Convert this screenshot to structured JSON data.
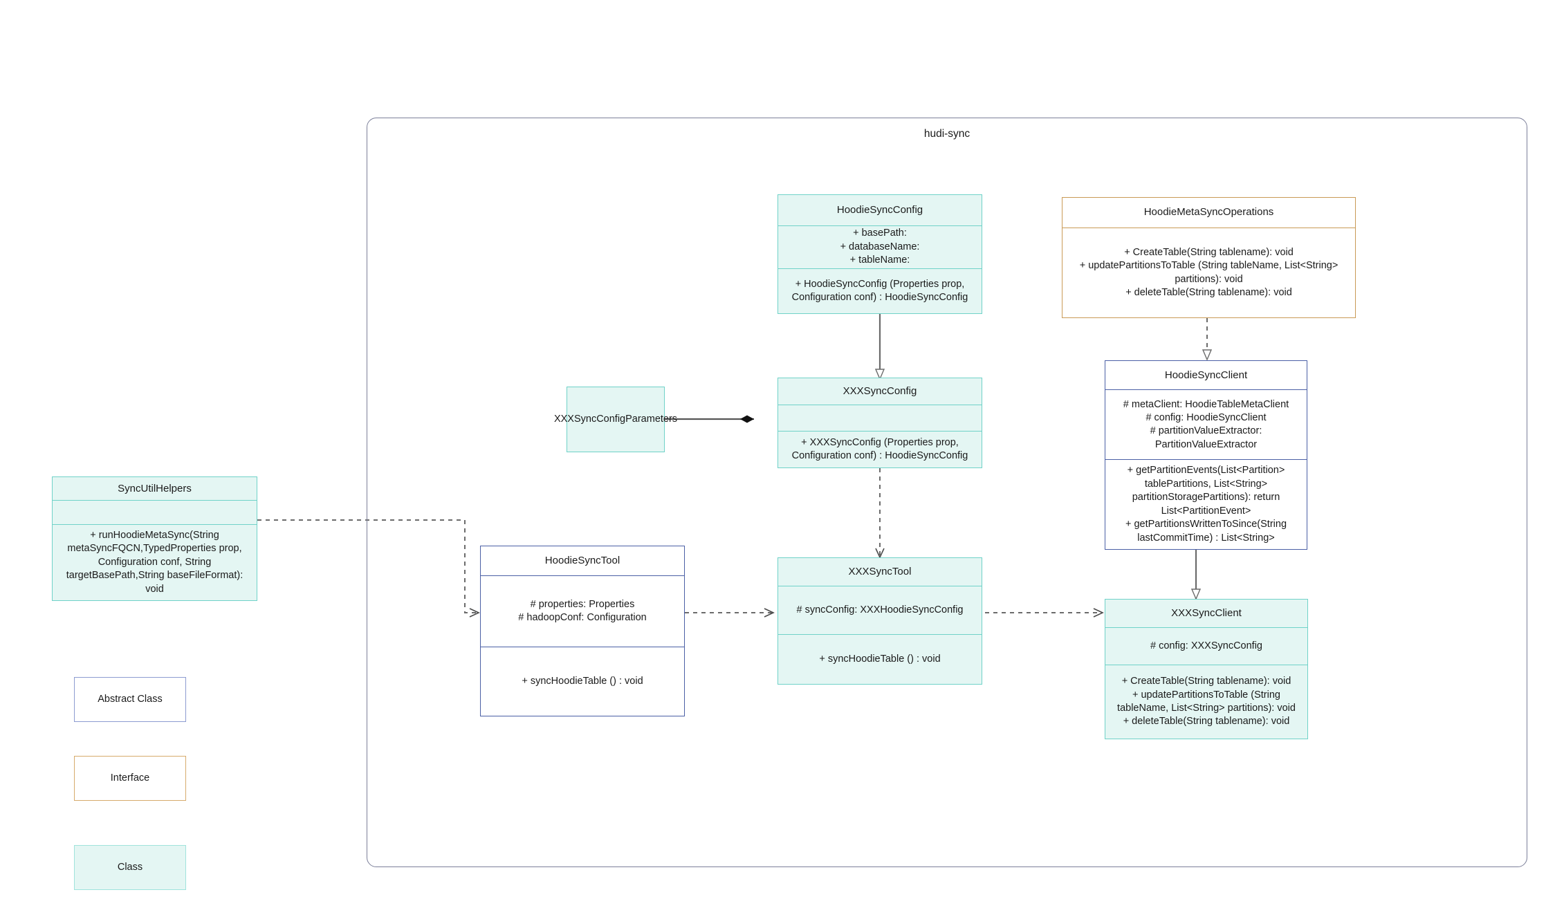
{
  "package": {
    "title": "hudi-sync"
  },
  "legend": {
    "abstract_label": "Abstract Class",
    "interface_label": "Interface",
    "class_label": "Class"
  },
  "colors": {
    "class_border": "#6fd2c8",
    "class_fill": "#e4f6f3",
    "abstract_border": "#4a5fa5",
    "interface_border": "#c99a55",
    "package_border": "#7b7f99",
    "connector": "#6b6b6b"
  },
  "classes": {
    "hoodie_sync_config": {
      "name": "HoodieSyncConfig",
      "attributes": "+    basePath:\n+   databaseName:\n+    tableName:",
      "methods": "+   HoodieSyncConfig (Properties prop, Configuration conf) : HoodieSyncConfig",
      "stereotype": "class"
    },
    "hoodie_meta_sync_operations": {
      "name": "HoodieMetaSyncOperations",
      "methods": "+    CreateTable(String tablename): void\n+   updatePartitionsToTable (String tableName, List<String> partitions): void\n+    deleteTable(String tablename): void",
      "stereotype": "interface"
    },
    "hoodie_sync_client": {
      "name": "HoodieSyncClient",
      "attributes": "#   metaClient: HoodieTableMetaClient\n#   config: HoodieSyncClient\n#    partitionValueExtractor: PartitionValueExtractor",
      "methods": "+   getPartitionEvents(List<Partition> tablePartitions, List<String> partitionStoragePartitions): return List<PartitionEvent>\n+   getPartitionsWrittenToSince(String lastCommitTime) : List<String>",
      "stereotype": "abstract"
    },
    "xxx_sync_config": {
      "name": "XXXSyncConfig",
      "attributes": "",
      "methods": "+   XXXSyncConfig (Properties prop, Configuration conf) : HoodieSyncConfig",
      "stereotype": "class"
    },
    "xxx_sync_config_parameters": {
      "name": "XXXSyncConfigParameters",
      "stereotype": "class"
    },
    "sync_util_helpers": {
      "name": "SyncUtilHelpers",
      "attributes": "",
      "methods": "+     runHoodieMetaSync(String metaSyncFQCN,TypedProperties prop, Configuration conf, String targetBasePath,String baseFileFormat): void",
      "stereotype": "class"
    },
    "hoodie_sync_tool": {
      "name": "HoodieSyncTool",
      "attributes": "#   properties: Properties\n#   hadoopConf: Configuration",
      "methods": "+   syncHoodieTable () : void",
      "stereotype": "abstract"
    },
    "xxx_sync_tool": {
      "name": "XXXSyncTool",
      "attributes": "#   syncConfig: XXXHoodieSyncConfig",
      "methods": "+   syncHoodieTable () : void",
      "stereotype": "class"
    },
    "xxx_sync_client": {
      "name": "XXXSyncClient",
      "attributes": "#    config: XXXSyncConfig",
      "methods": "+    CreateTable(String tablename): void\n+    updatePartitionsToTable (String tableName, List<String> partitions): void\n+    deleteTable(String tablename): void",
      "stereotype": "class"
    }
  },
  "relationships": [
    {
      "name": "generalization-hoodiesyncconfig-xxxsyncconfig",
      "from": "hoodie_sync_config",
      "to": "xxx_sync_config",
      "type": "generalization"
    },
    {
      "name": "realization-metasyncoperations-hoodiesyncclient",
      "from": "hoodie_meta_sync_operations",
      "to": "hoodie_sync_client",
      "type": "realization"
    },
    {
      "name": "generalization-hoodiesyncclient-xxxsyncclient",
      "from": "hoodie_sync_client",
      "to": "xxx_sync_client",
      "type": "generalization"
    },
    {
      "name": "composition-xxxsyncconfigparameters-xxxsyncconfig",
      "from": "xxx_sync_config_parameters",
      "to": "xxx_sync_config",
      "type": "composition"
    },
    {
      "name": "dependency-xxxsyncconfig-xxxsynctool",
      "from": "xxx_sync_config",
      "to": "xxx_sync_tool",
      "type": "dependency"
    },
    {
      "name": "dependency-syncutilhelpers-hoodiesynctool",
      "from": "sync_util_helpers",
      "to": "hoodie_sync_tool",
      "type": "dependency"
    },
    {
      "name": "dependency-hoodiesynctool-xxxsynctool",
      "from": "hoodie_sync_tool",
      "to": "xxx_sync_tool",
      "type": "dependency"
    },
    {
      "name": "dependency-xxxsynctool-xxxsyncclient",
      "from": "xxx_sync_tool",
      "to": "xxx_sync_client",
      "type": "dependency"
    }
  ]
}
